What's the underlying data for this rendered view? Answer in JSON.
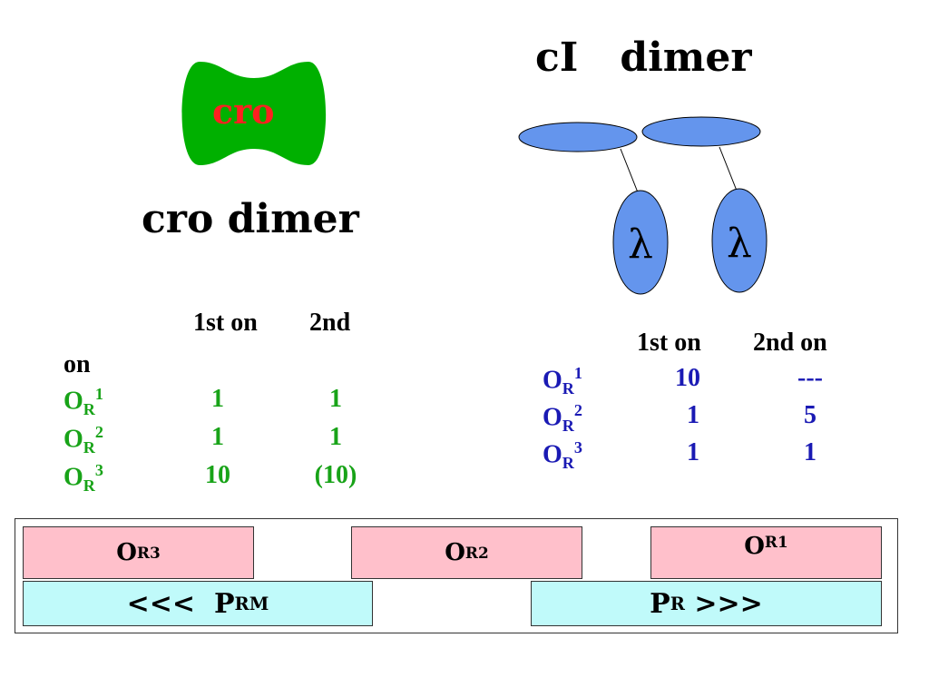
{
  "colors": {
    "cro_fill": "#00b000",
    "cro_text": "#ff2020",
    "ci_domain": "#6495ed",
    "cro_table": "#18a318",
    "ci_table": "#1a1ab4",
    "operator_box": "#ffc0cb",
    "promoter_box": "#c0fafa"
  },
  "cro": {
    "label": "cro",
    "caption": "cro dimer",
    "table": {
      "header_col1": "1st on",
      "header_col2": "2nd",
      "header_wrap": "on",
      "rows": [
        {
          "op": "O",
          "sub": "R",
          "sup": "1",
          "first": "1",
          "second": "1"
        },
        {
          "op": "O",
          "sub": "R",
          "sup": "2",
          "first": "1",
          "second": "1"
        },
        {
          "op": "O",
          "sub": "R",
          "sup": "3",
          "first": "10",
          "second": "(10)"
        }
      ]
    }
  },
  "ci": {
    "caption": "cI   dimer",
    "domain_symbol": "λ",
    "table": {
      "header_col1": "1st on",
      "header_col2": "2nd on",
      "rows": [
        {
          "op": "O",
          "sub": "R",
          "sup": "1",
          "first": "10",
          "second": "---"
        },
        {
          "op": "O",
          "sub": "R",
          "sup": "2",
          "first": "1",
          "second": "5"
        },
        {
          "op": "O",
          "sub": "R",
          "sup": "3",
          "first": "1",
          "second": "1"
        }
      ]
    }
  },
  "dna": {
    "operators": [
      {
        "op": "O",
        "sub": "R",
        "sup": "3"
      },
      {
        "op": "O",
        "sub": "R",
        "sup": "2"
      },
      {
        "op": "O",
        "sub": "R",
        "sup": "1"
      }
    ],
    "promoter_left": {
      "prefix": "<<<  ",
      "main": "P",
      "sub": "RM",
      "suffix": ""
    },
    "promoter_right": {
      "prefix": "",
      "main": "P",
      "sub": "R",
      "suffix": " >>>"
    }
  }
}
